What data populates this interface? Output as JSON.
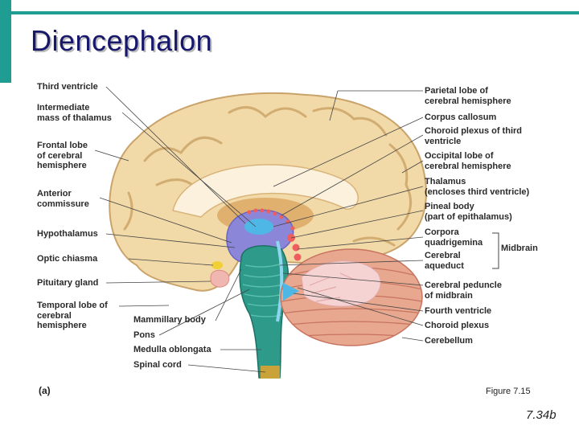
{
  "slide": {
    "title": "Diencephalon",
    "figure_caption": "Figure 7.15",
    "panel_label": "(a)",
    "slide_number": "7.34b"
  },
  "labels_left": [
    "Third ventricle",
    "Intermediate\nmass of thalamus",
    "Frontal lobe\nof cerebral\nhemisphere",
    "Anterior\ncommissure",
    "Hypothalamus",
    "Optic chiasma",
    "Pituitary gland",
    "Temporal lobe of\ncerebral\nhemisphere"
  ],
  "labels_bottom": [
    "Mammillary body",
    "Pons",
    "Medulla oblongata",
    "Spinal cord"
  ],
  "labels_right": [
    "Parietal lobe of\ncerebral hemisphere",
    "Corpus callosum",
    "Choroid plexus of third\nventricle",
    "Occipital lobe of\ncerebral hemisphere",
    "Thalamus\n(encloses third ventricle)",
    "Pineal body\n(part of epithalamus)",
    "Corpora\nquadrigemina",
    "Cerebral\naqueduct",
    "Cerebral peduncle\nof midbrain",
    "Fourth ventricle",
    "Choroid plexus",
    "Cerebellum"
  ],
  "bracket_label": "Midbrain",
  "colors": {
    "accent": "#1f9d92",
    "title": "#17176b",
    "cerebrum": "#f2d9a8",
    "cerebrum_shade": "#d9b47a",
    "diencephalon": "#8b86d8",
    "brainstem": "#2e9a8a",
    "cerebellum": "#e8a88f",
    "ventricle": "#4fb7e6"
  }
}
